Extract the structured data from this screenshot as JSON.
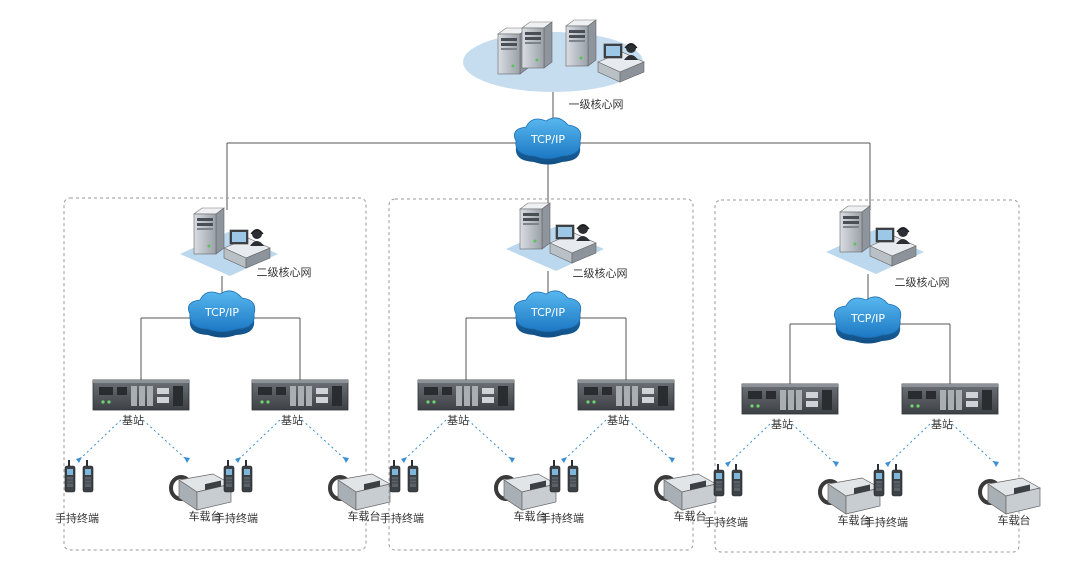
{
  "title": "",
  "top_core": {
    "label": "一级核心网",
    "tcp_label": "TCP/IP"
  },
  "regions": [
    {
      "core_label": "二级核心网",
      "tcp_label": "TCP/IP",
      "stations": [
        {
          "label": "基站",
          "handheld_label": "手持终端",
          "vehicle_label": "车载台"
        },
        {
          "label": "基站",
          "handheld_label": "手持终端",
          "vehicle_label": "车载台"
        }
      ]
    },
    {
      "core_label": "二级核心网",
      "tcp_label": "TCP/IP",
      "stations": [
        {
          "label": "基站",
          "handheld_label": "手持终端",
          "vehicle_label": "车载台"
        },
        {
          "label": "基站",
          "handheld_label": "手持终端",
          "vehicle_label": "车载台"
        }
      ]
    },
    {
      "core_label": "二级核心网",
      "tcp_label": "TCP/IP",
      "stations": [
        {
          "label": "基站",
          "handheld_label": "手持终端",
          "vehicle_label": "车载台"
        },
        {
          "label": "基站",
          "handheld_label": "手持终端",
          "vehicle_label": "车载台"
        }
      ]
    }
  ],
  "colors": {
    "line": "#555555",
    "dashed_link": "#3a8fd4",
    "cloud_fill": "#3aa0e0",
    "cloud_dark": "#1f6fb3",
    "platform": "#bcd8ee",
    "top_ellipse": "#c6dcef"
  }
}
